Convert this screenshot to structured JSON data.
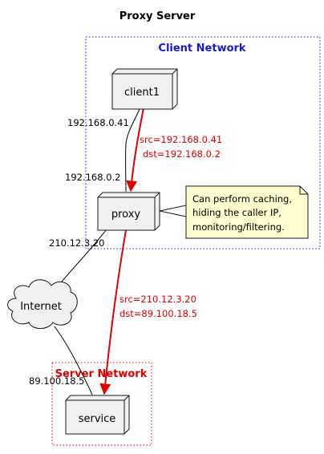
{
  "title": "Proxy Server",
  "zones": {
    "client": {
      "label": "Client Network",
      "label_color": "#1a1acd",
      "border_color": "#1a1acd"
    },
    "server": {
      "label": "Server Network",
      "label_color": "#e00000",
      "border_color": "#e00000"
    }
  },
  "nodes": {
    "client1": {
      "label": "client1"
    },
    "proxy": {
      "label": "proxy"
    },
    "service": {
      "label": "service"
    },
    "internet": {
      "label": "Internet"
    }
  },
  "addresses": {
    "client1_ip": "192.168.0.41",
    "proxy_inner_ip": "192.168.0.2",
    "proxy_outer_ip": "210.12.3.20",
    "service_ip": "89.100.18.5"
  },
  "flows": {
    "client_to_proxy": {
      "src": "src=192.168.0.41",
      "dst": "dst=192.168.0.2"
    },
    "proxy_to_service": {
      "src": "src=210.12.3.20",
      "dst": "dst=89.100.18.5"
    }
  },
  "note": {
    "lines": [
      "Can perform caching,",
      "hiding the caller IP,",
      "monitoring/filtering."
    ]
  },
  "colors": {
    "flow": "#e00000",
    "node_fill": "#f1f1f1",
    "note_fill": "#fefece"
  }
}
